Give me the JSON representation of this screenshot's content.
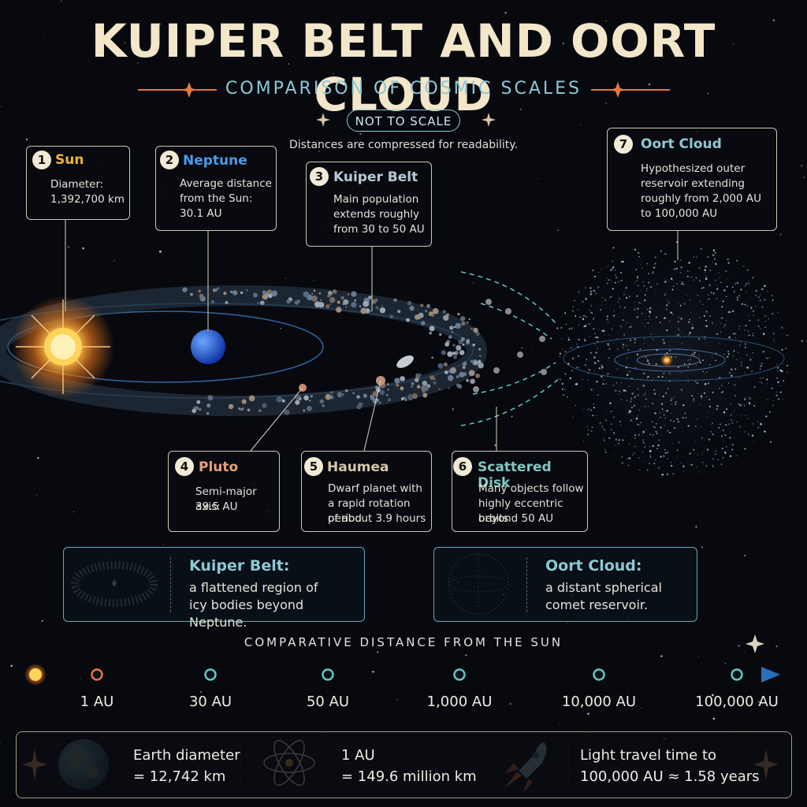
{
  "header": {
    "title": "KUIPER BELT AND OORT CLOUD",
    "subtitle": "COMPARISON OF COSMIC SCALES",
    "scale_badge": "NOT TO SCALE",
    "note": "Distances are compressed for readability."
  },
  "callouts": [
    {
      "num": "1",
      "name": "Sun",
      "color": "#f0b43c",
      "lines": [
        "Diameter:",
        "1,392,700 km"
      ]
    },
    {
      "num": "2",
      "name": "Neptune",
      "color": "#4a9ae8",
      "lines": [
        "Average distance",
        "from the Sun:",
        "30.1 AU"
      ]
    },
    {
      "num": "3",
      "name": "Kuiper Belt",
      "color": "#b8c9d4",
      "lines": [
        "Main population",
        "extends roughly",
        "from 30 to 50 AU"
      ]
    },
    {
      "num": "4",
      "name": "Pluto",
      "color": "#e8a07a",
      "lines": [
        "Semi-major axis:",
        "39.5 AU"
      ]
    },
    {
      "num": "5",
      "name": "Haumea",
      "color": "#d9c7a8",
      "lines": [
        "Dwarf planet with",
        "a rapid rotation period",
        "of about 3.9 hours"
      ]
    },
    {
      "num": "6",
      "name": "Scattered Disk",
      "color": "#7fc9c0",
      "lines": [
        "Many objects follow",
        "highly eccentric orbits",
        "beyond 50 AU"
      ]
    },
    {
      "num": "7",
      "name": "Oort Cloud",
      "color": "#8fc7d6",
      "lines": [
        "Hypothesized outer",
        "reservoir extending",
        "roughly from 2,000 AU",
        "to 100,000 AU"
      ]
    }
  ],
  "legend": [
    {
      "title": "Kuiper Belt:",
      "lines": [
        "a flattened region of",
        "icy bodies beyond Neptune."
      ]
    },
    {
      "title": "Oort Cloud:",
      "lines": [
        "a distant spherical",
        "comet reservoir."
      ]
    }
  ],
  "distance_axis": {
    "title": "COMPARATIVE DISTANCE FROM THE SUN",
    "ticks": [
      "1 AU",
      "30 AU",
      "50 AU",
      "1,000 AU",
      "10,000 AU",
      "100,000 AU"
    ]
  },
  "facts": [
    {
      "lines": [
        "Earth diameter",
        "= 12,742 km"
      ],
      "icon": "earth-icon"
    },
    {
      "lines": [
        "1 AU",
        "= 149.6 million km"
      ],
      "icon": "atom-icon"
    },
    {
      "lines": [
        "Light travel time to",
        "100,000 AU ≈ 1.58 years"
      ],
      "icon": "rocket-icon"
    }
  ],
  "colors": {
    "accent": "#8fc7d6",
    "title": "#f3e6c9",
    "sun": "#f0b43c",
    "neptune": "#2f6fd8",
    "orange": "#e8763a"
  }
}
